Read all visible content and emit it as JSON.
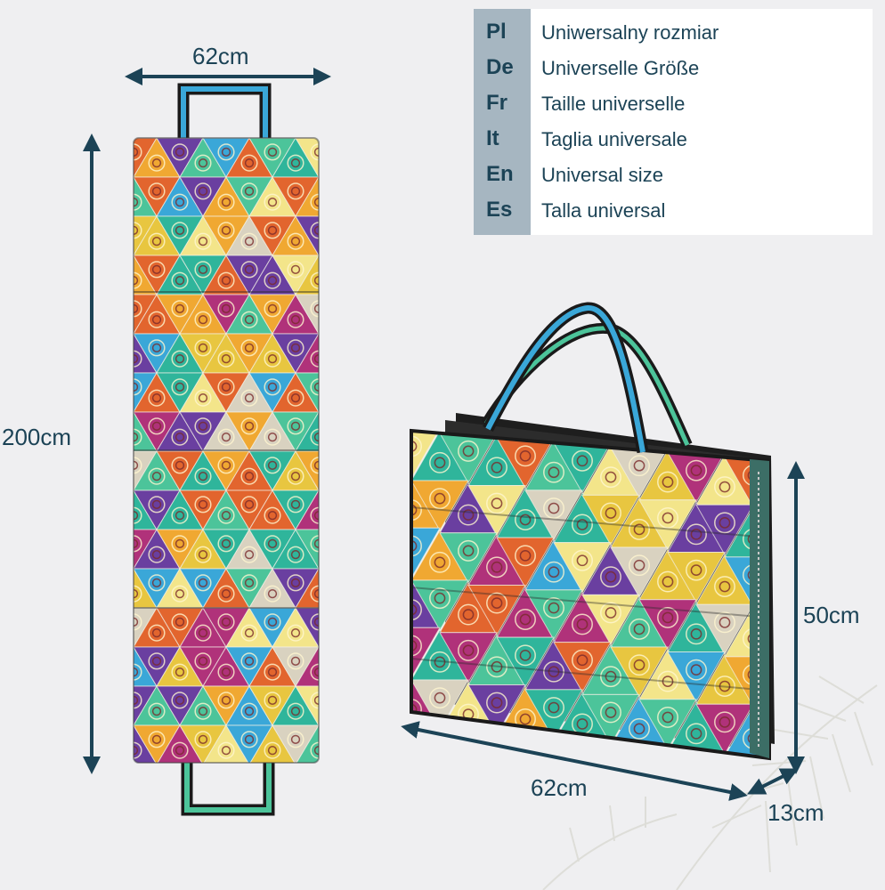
{
  "colors": {
    "background": "#efeff1",
    "text": "#1c4356",
    "arrow": "#1c4356",
    "table_code_bg": "#a6b6c1",
    "table_bg": "#ffffff",
    "pattern": [
      "#2fb59b",
      "#4cc49a",
      "#f0a832",
      "#e8c640",
      "#e2652e",
      "#3aa7d8",
      "#6a3fa0",
      "#b0327a",
      "#d9d2c0",
      "#f3e58a"
    ],
    "handle": "#1a1a1a"
  },
  "mat": {
    "width_label": "62cm",
    "length_label": "200cm"
  },
  "bag": {
    "width_label": "62cm",
    "height_label": "50cm",
    "depth_label": "13cm"
  },
  "size_table": {
    "rows": [
      {
        "code": "Pl",
        "text": "Uniwersalny rozmiar"
      },
      {
        "code": "De",
        "text": "Universelle Größe"
      },
      {
        "code": "Fr",
        "text": "Taille universelle"
      },
      {
        "code": "It",
        "text": "Taglia universale"
      },
      {
        "code": "En",
        "text": "Universal size"
      },
      {
        "code": "Es",
        "text": "Talla universal"
      }
    ]
  }
}
